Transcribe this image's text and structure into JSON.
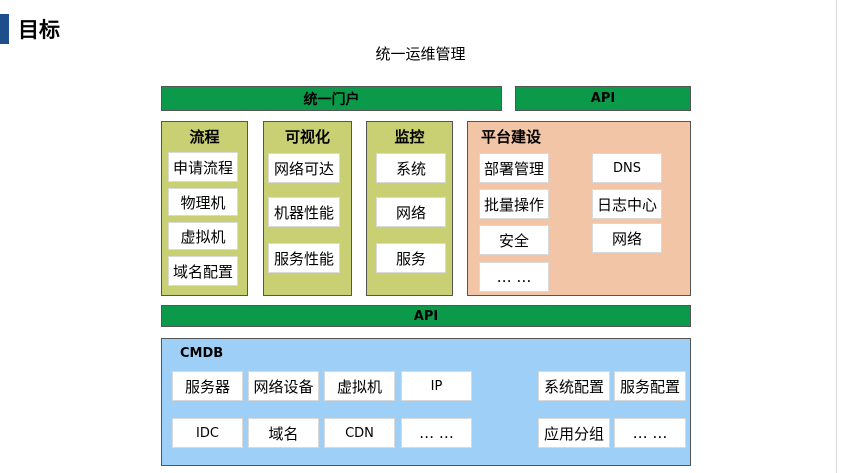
{
  "slide": {
    "title": "目标",
    "subtitle": "统一运维管理"
  },
  "portal": {
    "label": "统一门户"
  },
  "api_top": {
    "label": "API"
  },
  "api_middle": {
    "label": "API"
  },
  "process": {
    "title": "流程",
    "items": [
      "申请流程",
      "物理机",
      "虚拟机",
      "域名配置"
    ]
  },
  "visualization": {
    "title": "可视化",
    "items": [
      "网络可达",
      "机器性能",
      "服务性能"
    ]
  },
  "monitoring": {
    "title": "监控",
    "items": [
      "系统",
      "网络",
      "服务"
    ]
  },
  "platform": {
    "title": "平台建设",
    "left_items": [
      "部署管理",
      "批量操作",
      "安全",
      "… …"
    ],
    "right_items": [
      "DNS",
      "日志中心",
      "网络"
    ]
  },
  "cmdb": {
    "title": "CMDB",
    "row1": [
      "服务器",
      "网络设备",
      "虚拟机",
      "IP"
    ],
    "row2": [
      "IDC",
      "域名",
      "CDN",
      "… …"
    ],
    "right_row1": [
      "系统配置",
      "服务配置"
    ],
    "right_row2": [
      "应用分组",
      "…  …"
    ]
  },
  "colors": {
    "accent": "#1f4e8c",
    "green_bar": "#0a9a4a",
    "olive_panel": "#c9cf73",
    "peach_panel": "#f2c5a6",
    "blue_panel": "#9ecff7"
  }
}
